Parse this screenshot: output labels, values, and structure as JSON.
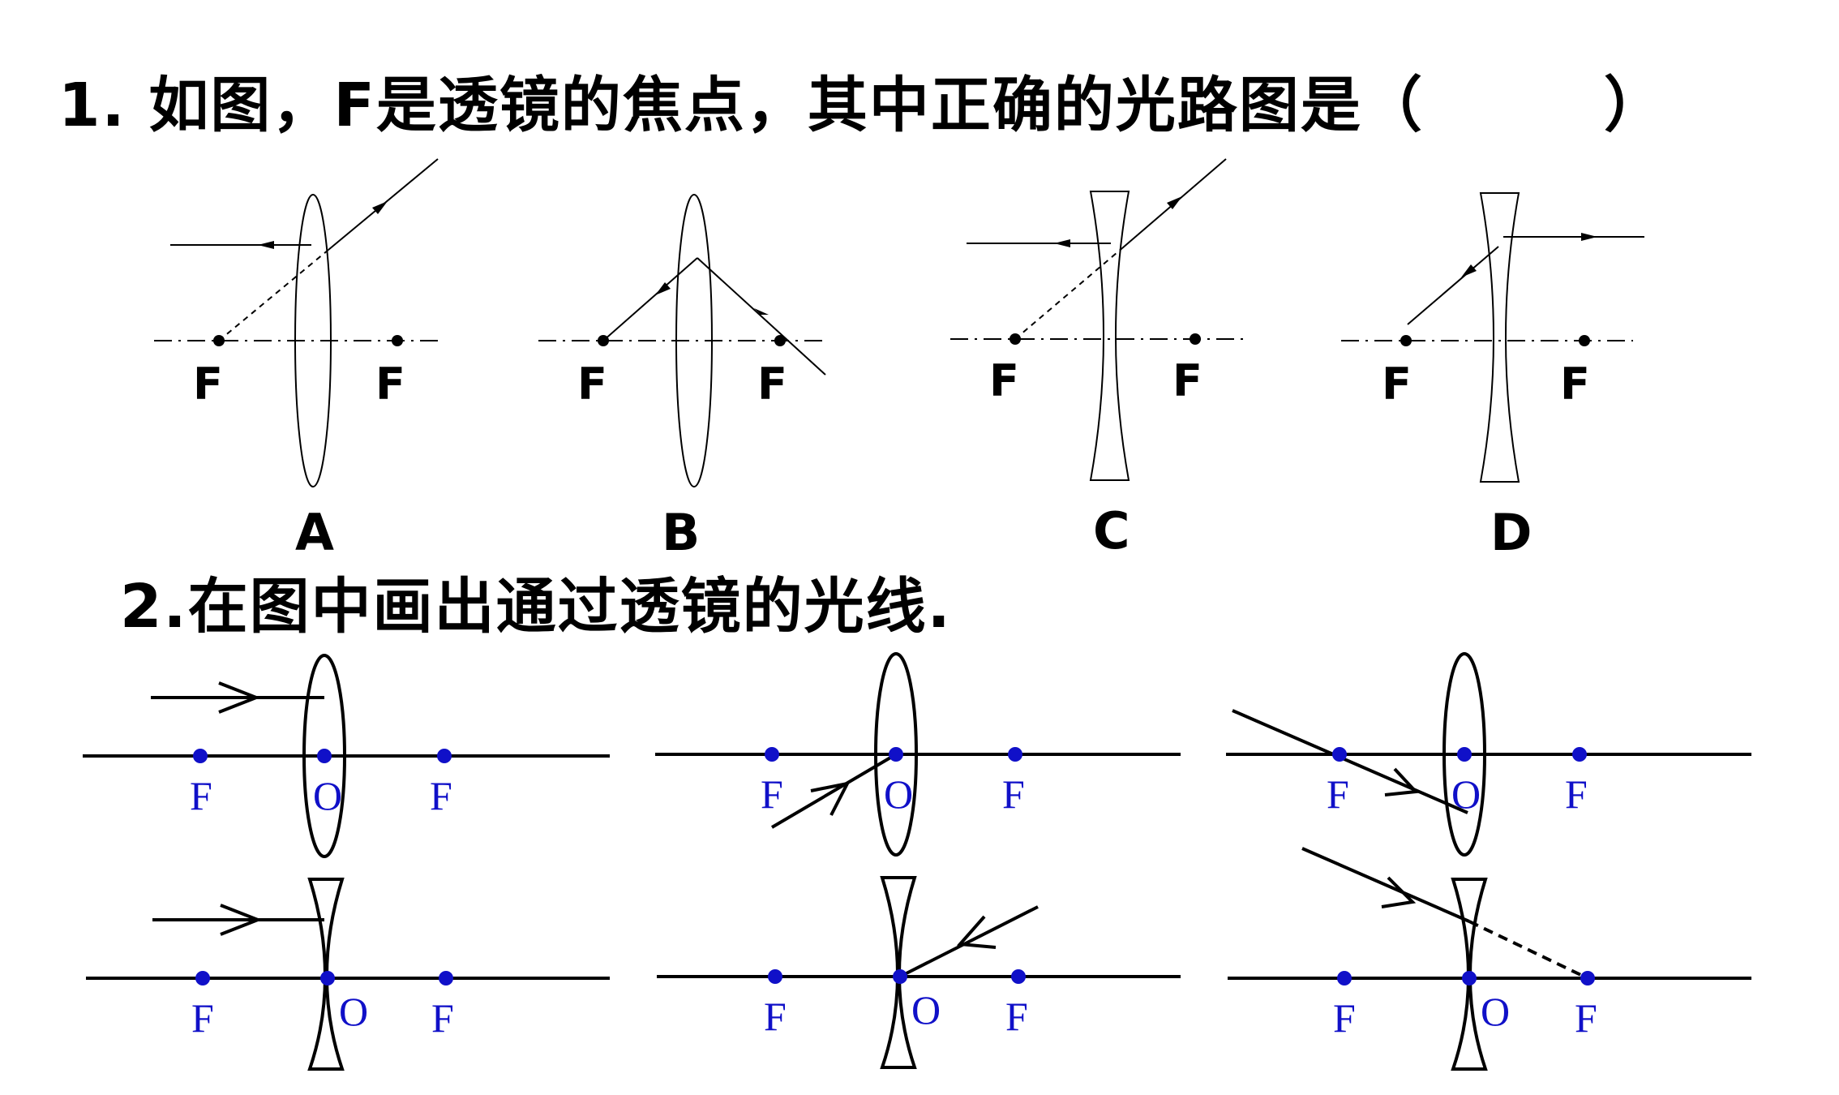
{
  "q1": {
    "text": "1. 如图，F是透镜的焦点，其中正确的光路图是（        ）"
  },
  "q2": {
    "text": "2.在图中画出通过透镜的光线."
  },
  "part1": {
    "options": [
      "A",
      "B",
      "C",
      "D"
    ],
    "focus_label": "F"
  },
  "part2": {
    "focus_label": "F",
    "center_label": "O"
  },
  "colors": {
    "ink": "#000000",
    "points": "#1010c8"
  }
}
